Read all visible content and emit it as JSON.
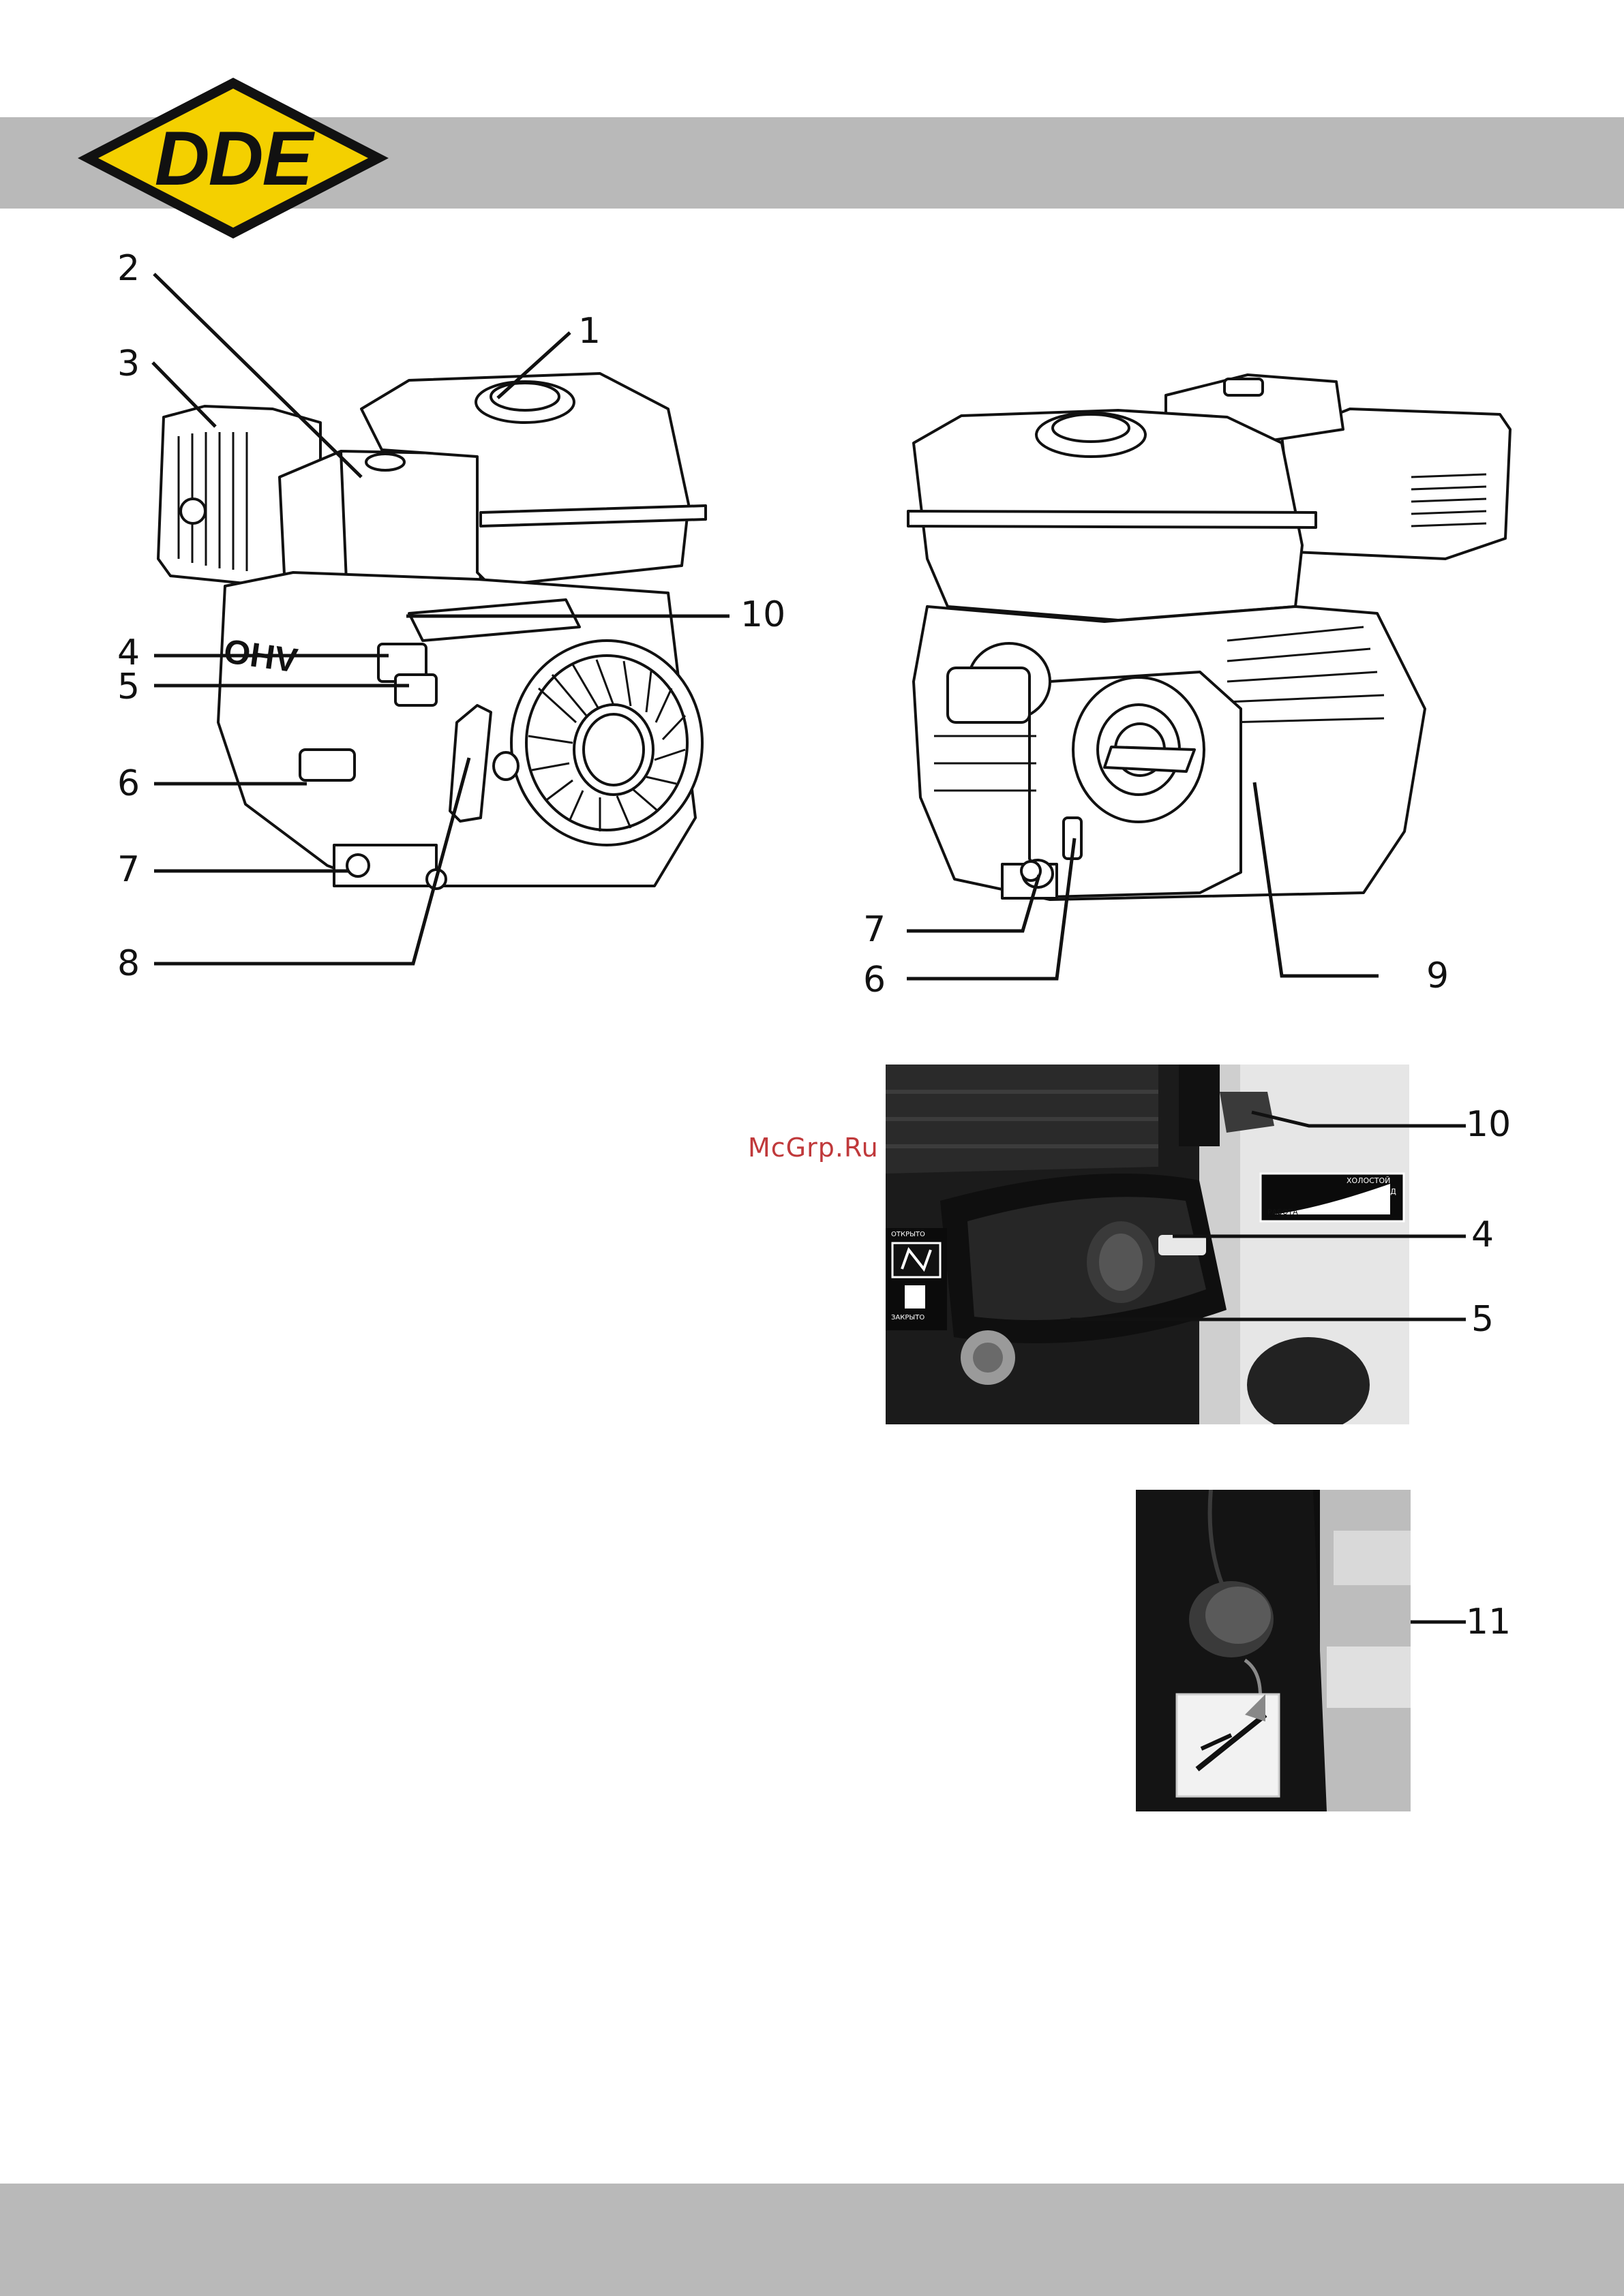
{
  "header": {
    "logo_text": "DDE",
    "colors": {
      "band": "#b9b9b9",
      "logo_yellow": "#f4d000"
    }
  },
  "watermark": "McGrp.Ru",
  "figure_left": {
    "labels": [
      "1",
      "2",
      "3",
      "4",
      "5",
      "6",
      "7",
      "8",
      "10"
    ]
  },
  "figure_right": {
    "labels": [
      "7",
      "6",
      "9"
    ]
  },
  "photo_valves": {
    "labels": [
      "10",
      "4",
      "5"
    ],
    "sticker_choke": [
      "ХОЛОСТОЙ",
      "ХОД",
      "РАБОТА"
    ],
    "sticker_fuel": [
      "ОТКРЫТО",
      "ЗАКРЫТО"
    ]
  },
  "photo_oil": {
    "labels": [
      "11"
    ]
  }
}
